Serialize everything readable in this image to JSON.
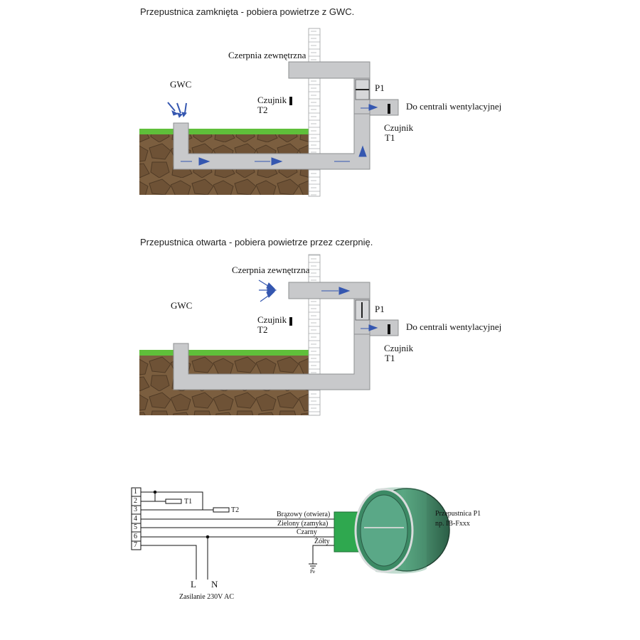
{
  "scene1": {
    "title": "Przepustnica zamknięta - pobiera powietrze z GWC.",
    "intake_label": "Czerpnia zewnętrzna",
    "gwc_label": "GWC",
    "sensor_t2_line1": "Czujnik",
    "sensor_t2_line2": "T2",
    "damper_label": "P1",
    "outlet_label": "Do centrali wentylacyjnej",
    "sensor_t1_line1": "Czujnik",
    "sensor_t1_line2": "T1"
  },
  "scene2": {
    "title": "Przepustnica otwarta - pobiera powietrze przez czerpnię.",
    "intake_label": "Czerpnia zewnętrzna",
    "gwc_label": "GWC",
    "sensor_t2_line1": "Czujnik",
    "sensor_t2_line2": "T2",
    "damper_label": "P1",
    "outlet_label": "Do centrali wentylacyjnej",
    "sensor_t1_line1": "Czujnik",
    "sensor_t1_line2": "T1"
  },
  "wiring": {
    "terminals": [
      "1",
      "2",
      "3",
      "4",
      "5",
      "6",
      "7"
    ],
    "sensor_t1": "T1",
    "sensor_t2": "T2",
    "wire_brown": "Brązowy (otwiera)",
    "wire_green": "Zielony (zamyka)",
    "wire_black": "Czarny",
    "wire_yellow": "Żółty",
    "ground": "Pe",
    "power_l": "L",
    "power_n": "N",
    "power_label": "Zasilanie 230V AC",
    "device_line1": "Przepustnica P1",
    "device_line2": "np. IB-Fxxx"
  },
  "colors": {
    "duct": "#c8c9cb",
    "grass": "#5fbf3a",
    "soil": "#7a5d3e",
    "arrow": "#3557b0",
    "actuator": "#2fa84f",
    "damper_body": "#3f8f6a"
  }
}
